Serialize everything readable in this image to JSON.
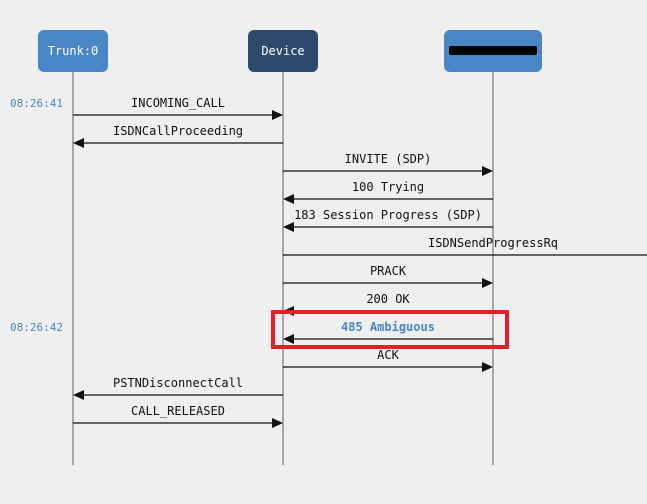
{
  "participants": [
    {
      "id": "trunk",
      "label": "Trunk:0",
      "color": "#4a86c5"
    },
    {
      "id": "device",
      "label": "Device",
      "color": "#2c4a6b"
    },
    {
      "id": "remote",
      "label": "",
      "color": "#4a86c5",
      "redacted": true
    }
  ],
  "timestamps": [
    {
      "label": "08:26:41",
      "message_index": 0
    },
    {
      "label": "08:26:42",
      "message_index": 10
    }
  ],
  "messages": [
    {
      "label": "INCOMING_CALL",
      "from": "trunk",
      "to": "device"
    },
    {
      "label": "ISDNCallProceeding",
      "from": "device",
      "to": "trunk"
    },
    {
      "label": "INVITE (SDP)",
      "from": "device",
      "to": "remote"
    },
    {
      "label": "100 Trying",
      "from": "remote",
      "to": "device"
    },
    {
      "label": "183 Session Progress (SDP)",
      "from": "remote",
      "to": "device"
    },
    {
      "label": "ISDNSendProgressRq",
      "from": "device",
      "to": "offscreen"
    },
    {
      "label": "PRACK",
      "from": "device",
      "to": "remote"
    },
    {
      "label": "200 OK",
      "from": "remote",
      "to": "device"
    },
    {
      "label": "485 Ambiguous",
      "from": "remote",
      "to": "device",
      "highlight": true,
      "error": true
    },
    {
      "label": "ACK",
      "from": "device",
      "to": "remote"
    },
    {
      "label": "PSTNDisconnectCall",
      "from": "device",
      "to": "trunk"
    },
    {
      "label": "CALL_RELEASED",
      "from": "trunk",
      "to": "device"
    }
  ],
  "colors": {
    "background": "#efefef",
    "lifeline": "#777777",
    "arrow": "#111111",
    "highlight_box": "#e0202a",
    "error_text": "#4a86c5"
  }
}
